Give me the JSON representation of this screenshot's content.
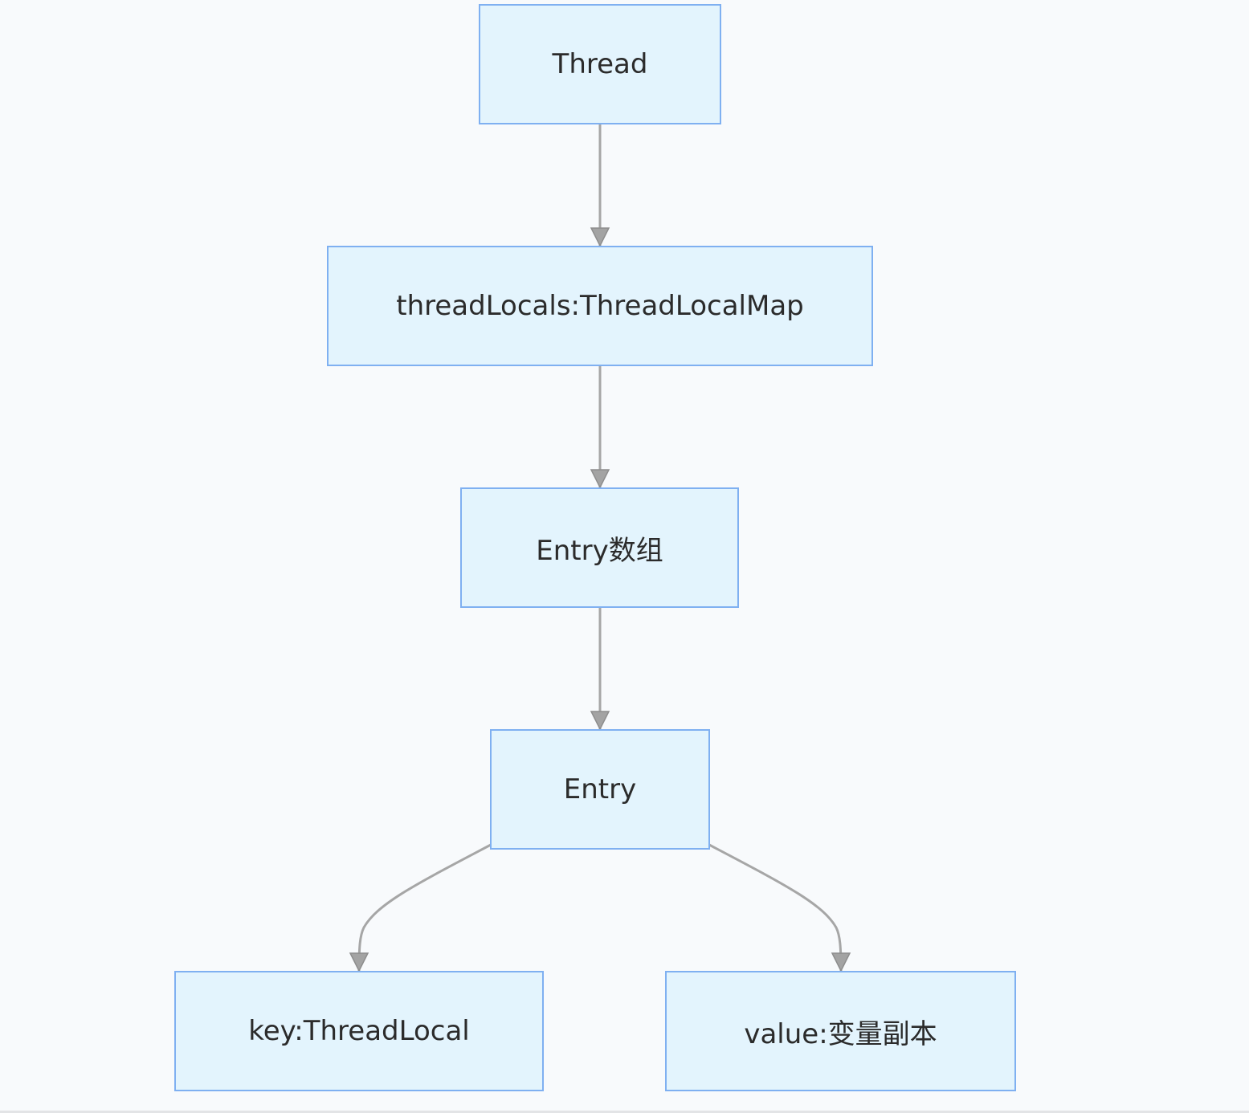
{
  "diagram": {
    "nodes": [
      {
        "id": "thread",
        "label": "Thread"
      },
      {
        "id": "threadlocals",
        "label": "threadLocals:ThreadLocalMap"
      },
      {
        "id": "entry-array",
        "label": "Entry数组"
      },
      {
        "id": "entry",
        "label": "Entry"
      },
      {
        "id": "key",
        "label": "key:ThreadLocal"
      },
      {
        "id": "value",
        "label": "value:变量副本"
      }
    ],
    "edges": [
      {
        "from": "thread",
        "to": "threadlocals"
      },
      {
        "from": "threadlocals",
        "to": "entry-array"
      },
      {
        "from": "entry-array",
        "to": "entry"
      },
      {
        "from": "entry",
        "to": "key"
      },
      {
        "from": "entry",
        "to": "value"
      }
    ],
    "colors": {
      "background": "#f8fafc",
      "node_fill": "#e3f4fd",
      "node_border": "#7fb0f1",
      "edge": "#9e9e9e",
      "text": "#2b2b2b"
    }
  }
}
